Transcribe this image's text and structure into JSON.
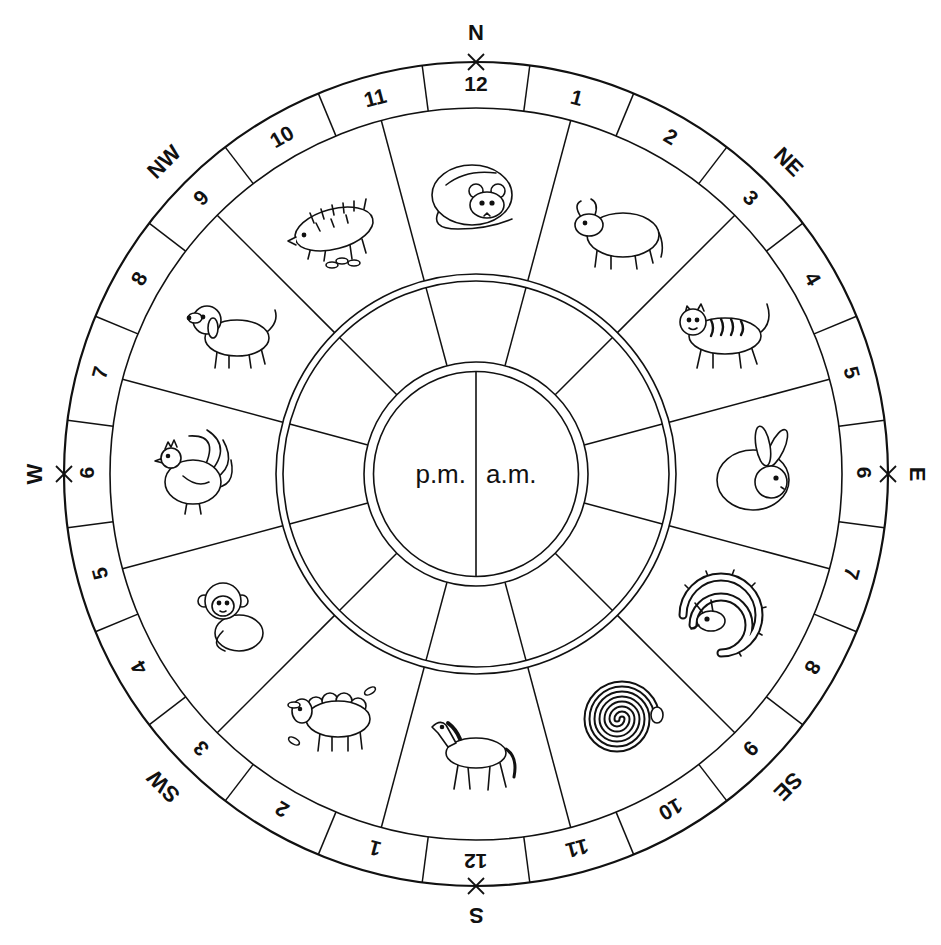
{
  "diagram": {
    "nodes": [
      {
        "text": [
          "12"
        ]
      },
      {
        "text": [
          "1"
        ]
      },
      {
        "text": [
          "2"
        ]
      },
      {
        "text": [
          "3"
        ]
      },
      {
        "text": [
          "4"
        ]
      },
      {
        "text": [
          "5"
        ]
      },
      {
        "text": [
          "6"
        ]
      },
      {
        "text": [
          "7"
        ]
      },
      {
        "text": [
          "8"
        ]
      },
      {
        "text": [
          "9"
        ]
      },
      {
        "text": [
          "10"
        ]
      },
      {
        "text": [
          "11"
        ]
      },
      {
        "text": [
          "12"
        ]
      },
      {
        "text": [
          "1"
        ]
      },
      {
        "text": [
          "2"
        ]
      },
      {
        "text": [
          "3"
        ]
      },
      {
        "text": [
          "4"
        ]
      },
      {
        "text": [
          "5"
        ]
      },
      {
        "text": [
          "6"
        ]
      },
      {
        "text": [
          "7"
        ]
      },
      {
        "text": [
          "8"
        ]
      },
      {
        "text": [
          "9"
        ]
      },
      {
        "text": [
          "10"
        ]
      },
      {
        "text": [
          "11"
        ]
      },
      {
        "text": [
          "p.m.",
          "a.m."
        ]
      }
    ],
    "labels": [
      "N",
      "NE",
      "E",
      "SE",
      "S",
      "SW",
      "W",
      "NW"
    ]
  }
}
